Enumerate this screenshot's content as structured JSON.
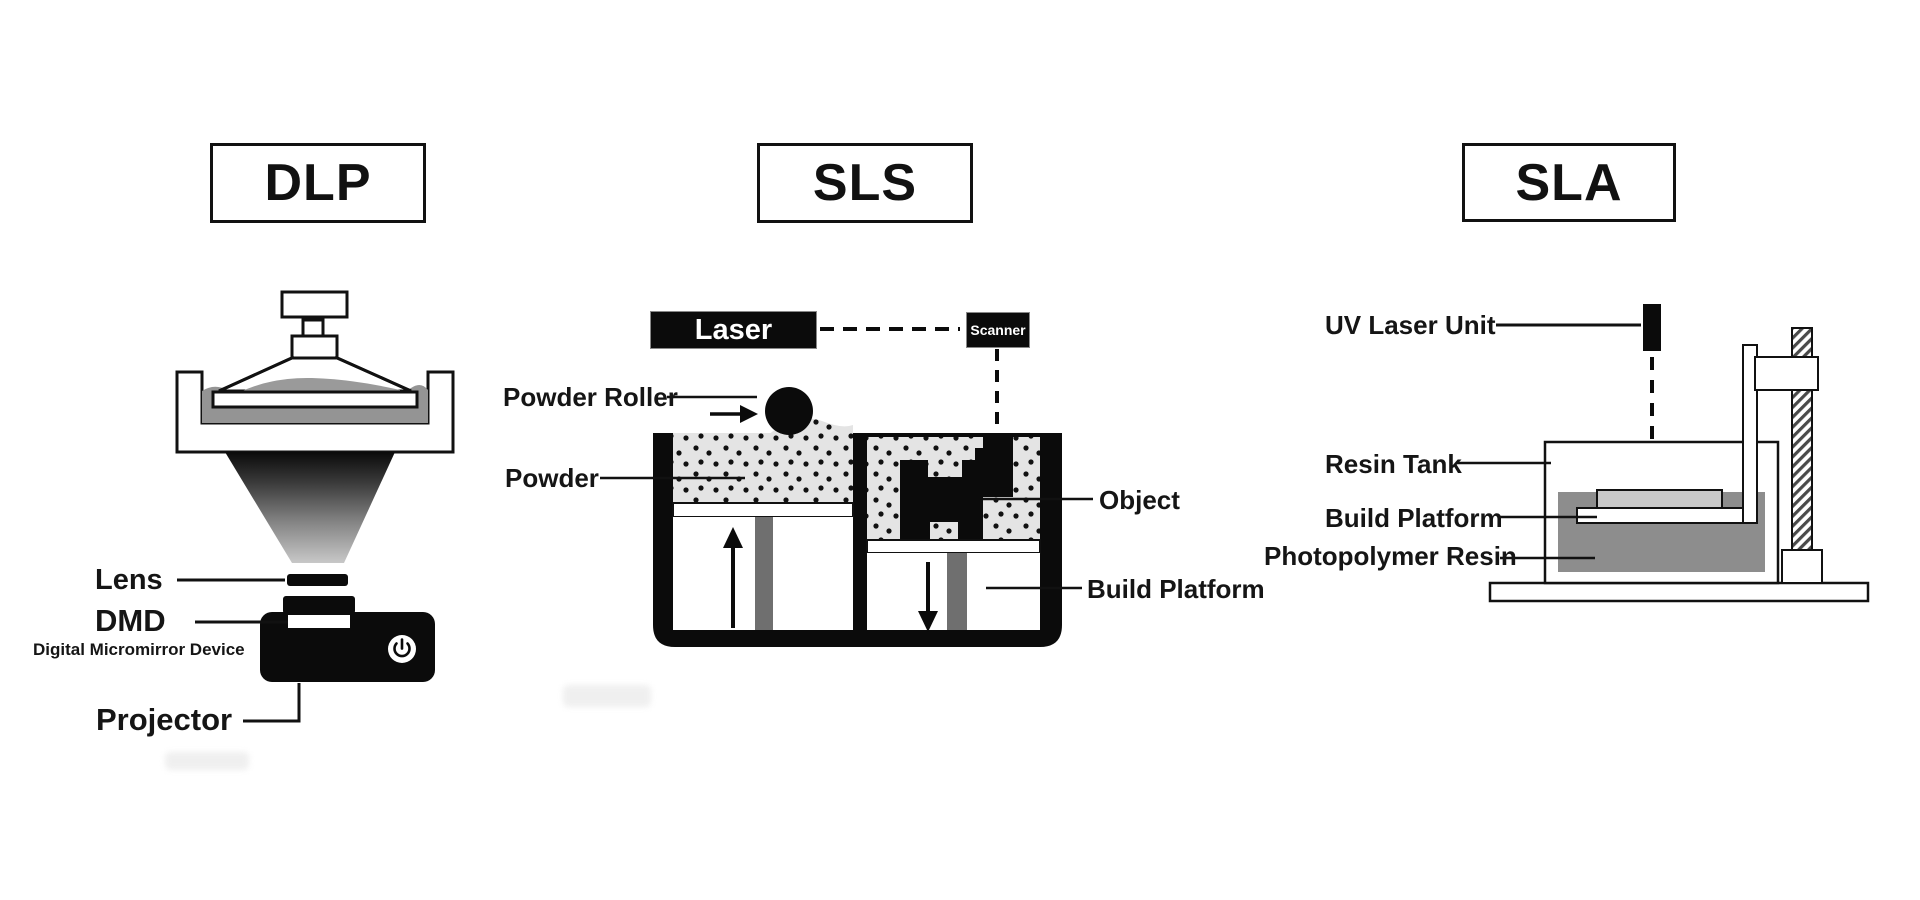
{
  "panels": {
    "dlp": {
      "title": "DLP",
      "labels": {
        "lens": "Lens",
        "dmd": "DMD",
        "dmd_full": "Digital Micromirror Device",
        "projector": "Projector"
      }
    },
    "sls": {
      "title": "SLS",
      "labels": {
        "laser": "Laser",
        "scanner": "Scanner",
        "powder_roller": "Powder Roller",
        "powder": "Powder",
        "object": "Object",
        "build_platform": "Build Platform"
      }
    },
    "sla": {
      "title": "SLA",
      "labels": {
        "uv_laser_unit": "UV Laser Unit",
        "resin_tank": "Resin Tank",
        "build_platform": "Build Platform",
        "photopolymer_resin": "Photopolymer Resin"
      }
    }
  },
  "colors": {
    "ink": "#111111",
    "powder_gray": "#e4e4e4",
    "resin_gray": "#8d8d8d",
    "stem_gray": "#6f6f6f",
    "object_gray": "#c9c9c9"
  }
}
